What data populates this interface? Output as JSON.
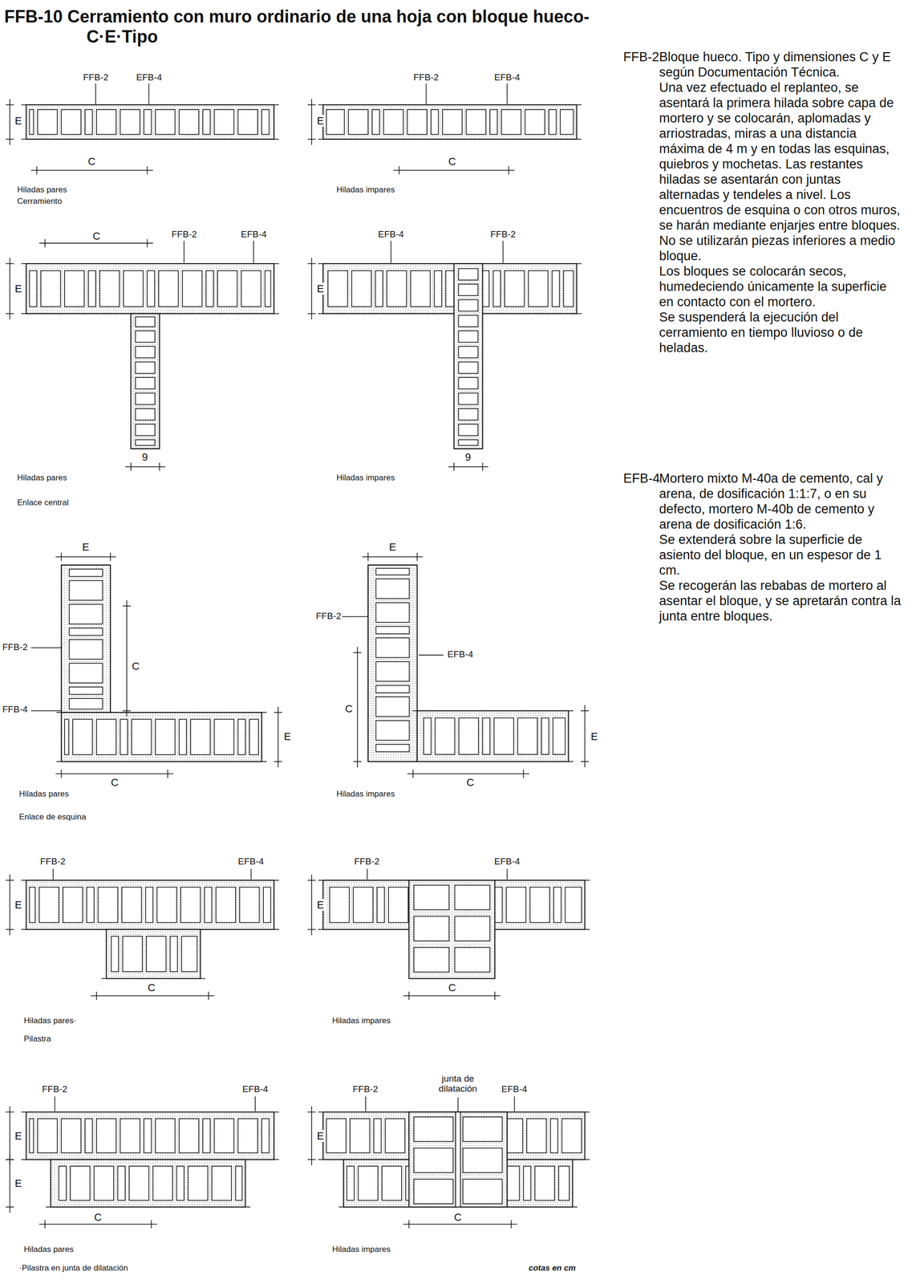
{
  "diagram": {
    "title": "FFB-10 Cerramiento con muro ordinario de una hoja con bloque hueco-C·E·Tipo",
    "labels": [
      "FFB-2",
      "EFB-4",
      "E",
      "C",
      "Hiladas pares",
      "Cerramiento",
      "FFB-2",
      "EFB-4",
      "E",
      "C",
      "Hiladas impares",
      "C",
      "FFB-2",
      "EFB-4",
      "E",
      "9",
      "Hiladas pares",
      "Enlace central",
      "EFB-4",
      "FFB-2",
      "E",
      "9",
      "Hiladas impares",
      "E",
      "FFB-2",
      "C",
      "FFB-4",
      "E",
      "C",
      "Hiladas pares",
      "Enlace de esquina",
      "E",
      "FFB-2",
      "EFB-4",
      "C",
      "E",
      "C",
      "Hiladas impares",
      "FFB-2",
      "EFB-4",
      "E",
      "C",
      "Hiladas pares·",
      "Pilastra",
      "FFB-2",
      "EFB-4",
      "E",
      "C",
      "Hiladas impares",
      "FFB-2",
      "EFB-4",
      "E",
      "E",
      "C",
      "Hiladas pares",
      "·Pilastra en junta de dilatación",
      "FFB-2",
      "junta de dilatación",
      "EFB-4",
      "E",
      "C",
      "Hiladas impares",
      "cotas en cm",
      "FFB-2",
      "Bloque hueco. Tipo y dimensiones C y E según Documentación Técnica.",
      "Una vez efectuado el replanteo, se asentará la primera hilada sobre capa de mortero y se colocarán, aplomadas y arriostradas, miras a una distancia máxima de 4 m y en todas las esquinas, quiebros y mochetas. Las restantes hiladas se asentarán con juntas alternadas y tendeles a nivel. Los encuentros de esquina o con otros muros, se harán mediante enjarjes entre bloques. No se utilizarán piezas inferiores a medio bloque.",
      "Los bloques se colocarán secos, humedeciendo únicamente la superficie en contacto con el mortero.",
      "Se suspenderá la ejecución del cerramiento en tiempo lluvioso o de heladas.",
      "EFB-4",
      "Mortero mixto M-40a de cemento, cal y arena, de dosificación 1:1:7, o en su defecto, mortero M-40b de cemento y arena de dosificación 1:6.",
      "Se extenderá sobre la superficie de asiento del bloque, en un espesor de 1 cm.",
      "Se recogerán las rebabas de mortero al asentar el bloque, y se apretarán contra la junta entre bloques."
    ]
  }
}
